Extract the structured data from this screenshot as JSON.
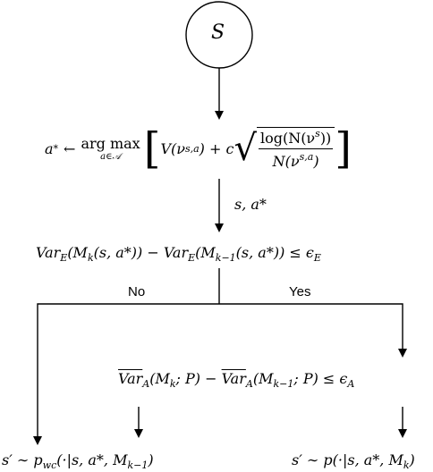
{
  "start_node": {
    "label": "S"
  },
  "policy": {
    "lhs": "a",
    "star": "*",
    "arrow": "←",
    "op": "arg max",
    "under": "a∈𝒜",
    "value_fn": "V(ν",
    "value_sup": "s,a",
    "plus_c": ") + c",
    "num": "log(N(ν",
    "num_sup": "s",
    "num_close": "))",
    "den": "N(ν",
    "den_sup": "s,a",
    "den_close": ")"
  },
  "edge1": {
    "label": "s, a*"
  },
  "epistemic_test": {
    "text_a": "Var",
    "sub_a": "E",
    "arg_a": "(M",
    "arg_a_sub": "k",
    "arg_a_rest": "(s, a*)) − ",
    "text_b": "Var",
    "sub_b": "E",
    "arg_b": "(M",
    "arg_b_sub": "k−1",
    "arg_b_rest": "(s, a*)) ≤ ϵ",
    "eps_sub": "E"
  },
  "branches": {
    "no": "No",
    "yes": "Yes"
  },
  "aleatoric_test": {
    "text_a": "Var",
    "sub_a": "A",
    "arg_a": "(M",
    "arg_a_sub": "k",
    "arg_a_rest": "; P) − ",
    "text_b": "Var",
    "sub_b": "A",
    "arg_b": "(M",
    "arg_b_sub": "k−1",
    "arg_b_rest": "; P) ≤ ϵ",
    "eps_sub": "A"
  },
  "outcome_left": {
    "lhs": "s′ ∼ p",
    "sub": "wc",
    "rest": "(·|s, a*, M",
    "m_sub": "k−1",
    "close": ")"
  },
  "outcome_right": {
    "lhs": "s′ ∼ p(·|s, a*, M",
    "m_sub": "k",
    "close": ")"
  }
}
